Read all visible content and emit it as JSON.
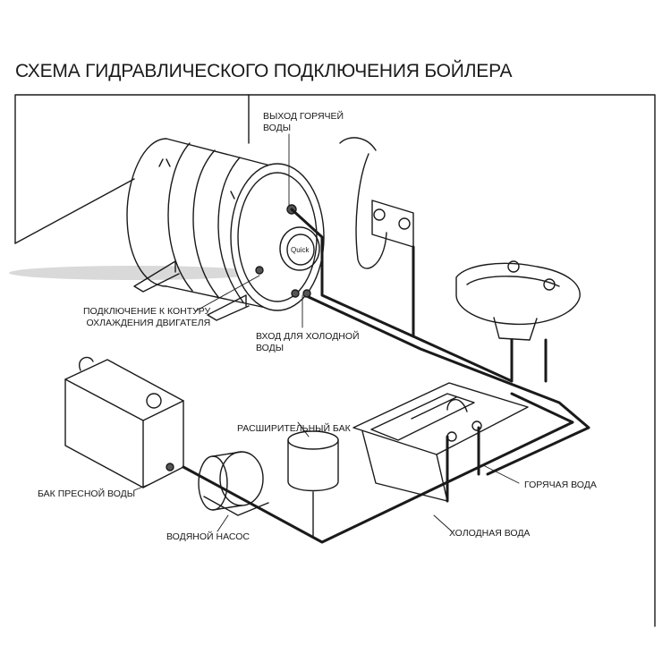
{
  "title": "СХЕМА ГИДРАВЛИЧЕСКОГО ПОДКЛЮЧЕНИЯ БОЙЛЕРА",
  "brand": "Quick",
  "labels": {
    "hot_outlet": [
      "ВЫХОД ГОРЯЧЕЙ",
      "ВОДЫ"
    ],
    "engine_loop": [
      "ПОДКЛЮЧЕНИЕ К КОНТУРУ",
      "ОХЛАЖДЕНИЯ ДВИГАТЕЛЯ"
    ],
    "cold_inlet": [
      "ВХОД ДЛЯ ХОЛОДНОЙ",
      "ВОДЫ"
    ],
    "expansion_tank": "РАСШИРИТЕЛЬНЫЙ БАК",
    "fresh_tank": "БАК ПРЕСНОЙ ВОДЫ",
    "pump": "ВОДЯНОЙ НАСОС",
    "hot_water": "ГОРЯЧАЯ ВОДА",
    "cold_water": "ХОЛОДНАЯ ВОДА"
  }
}
